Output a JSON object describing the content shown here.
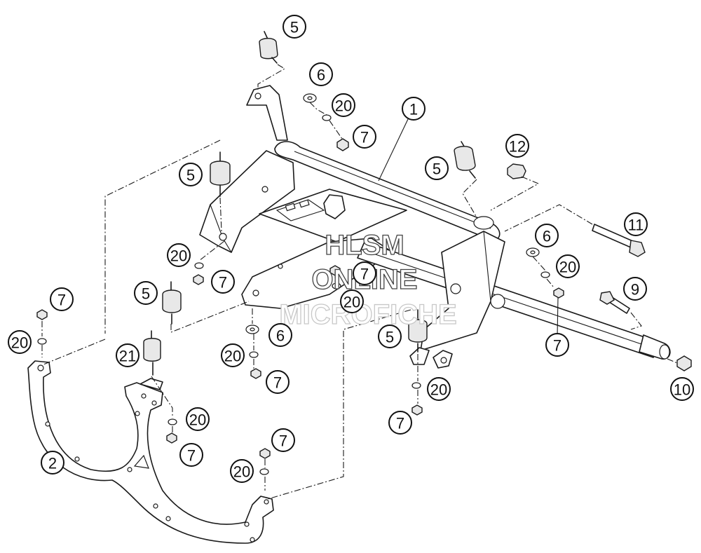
{
  "watermark": {
    "line1": "HLSM",
    "line2": "ONLINE",
    "line3": "MICROFICHE"
  },
  "callouts": [
    {
      "label": "1"
    },
    {
      "label": "2"
    },
    {
      "label": "5"
    },
    {
      "label": "5"
    },
    {
      "label": "5"
    },
    {
      "label": "5"
    },
    {
      "label": "5"
    },
    {
      "label": "6"
    },
    {
      "label": "6"
    },
    {
      "label": "6"
    },
    {
      "label": "7"
    },
    {
      "label": "7"
    },
    {
      "label": "7"
    },
    {
      "label": "7"
    },
    {
      "label": "7"
    },
    {
      "label": "7"
    },
    {
      "label": "7"
    },
    {
      "label": "7"
    },
    {
      "label": "7"
    },
    {
      "label": "7"
    },
    {
      "label": "9"
    },
    {
      "label": "10"
    },
    {
      "label": "11"
    },
    {
      "label": "12"
    },
    {
      "label": "20"
    },
    {
      "label": "20"
    },
    {
      "label": "20"
    },
    {
      "label": "20"
    },
    {
      "label": "20"
    },
    {
      "label": "20"
    },
    {
      "label": "20"
    },
    {
      "label": "20"
    },
    {
      "label": "20"
    },
    {
      "label": "21"
    }
  ]
}
